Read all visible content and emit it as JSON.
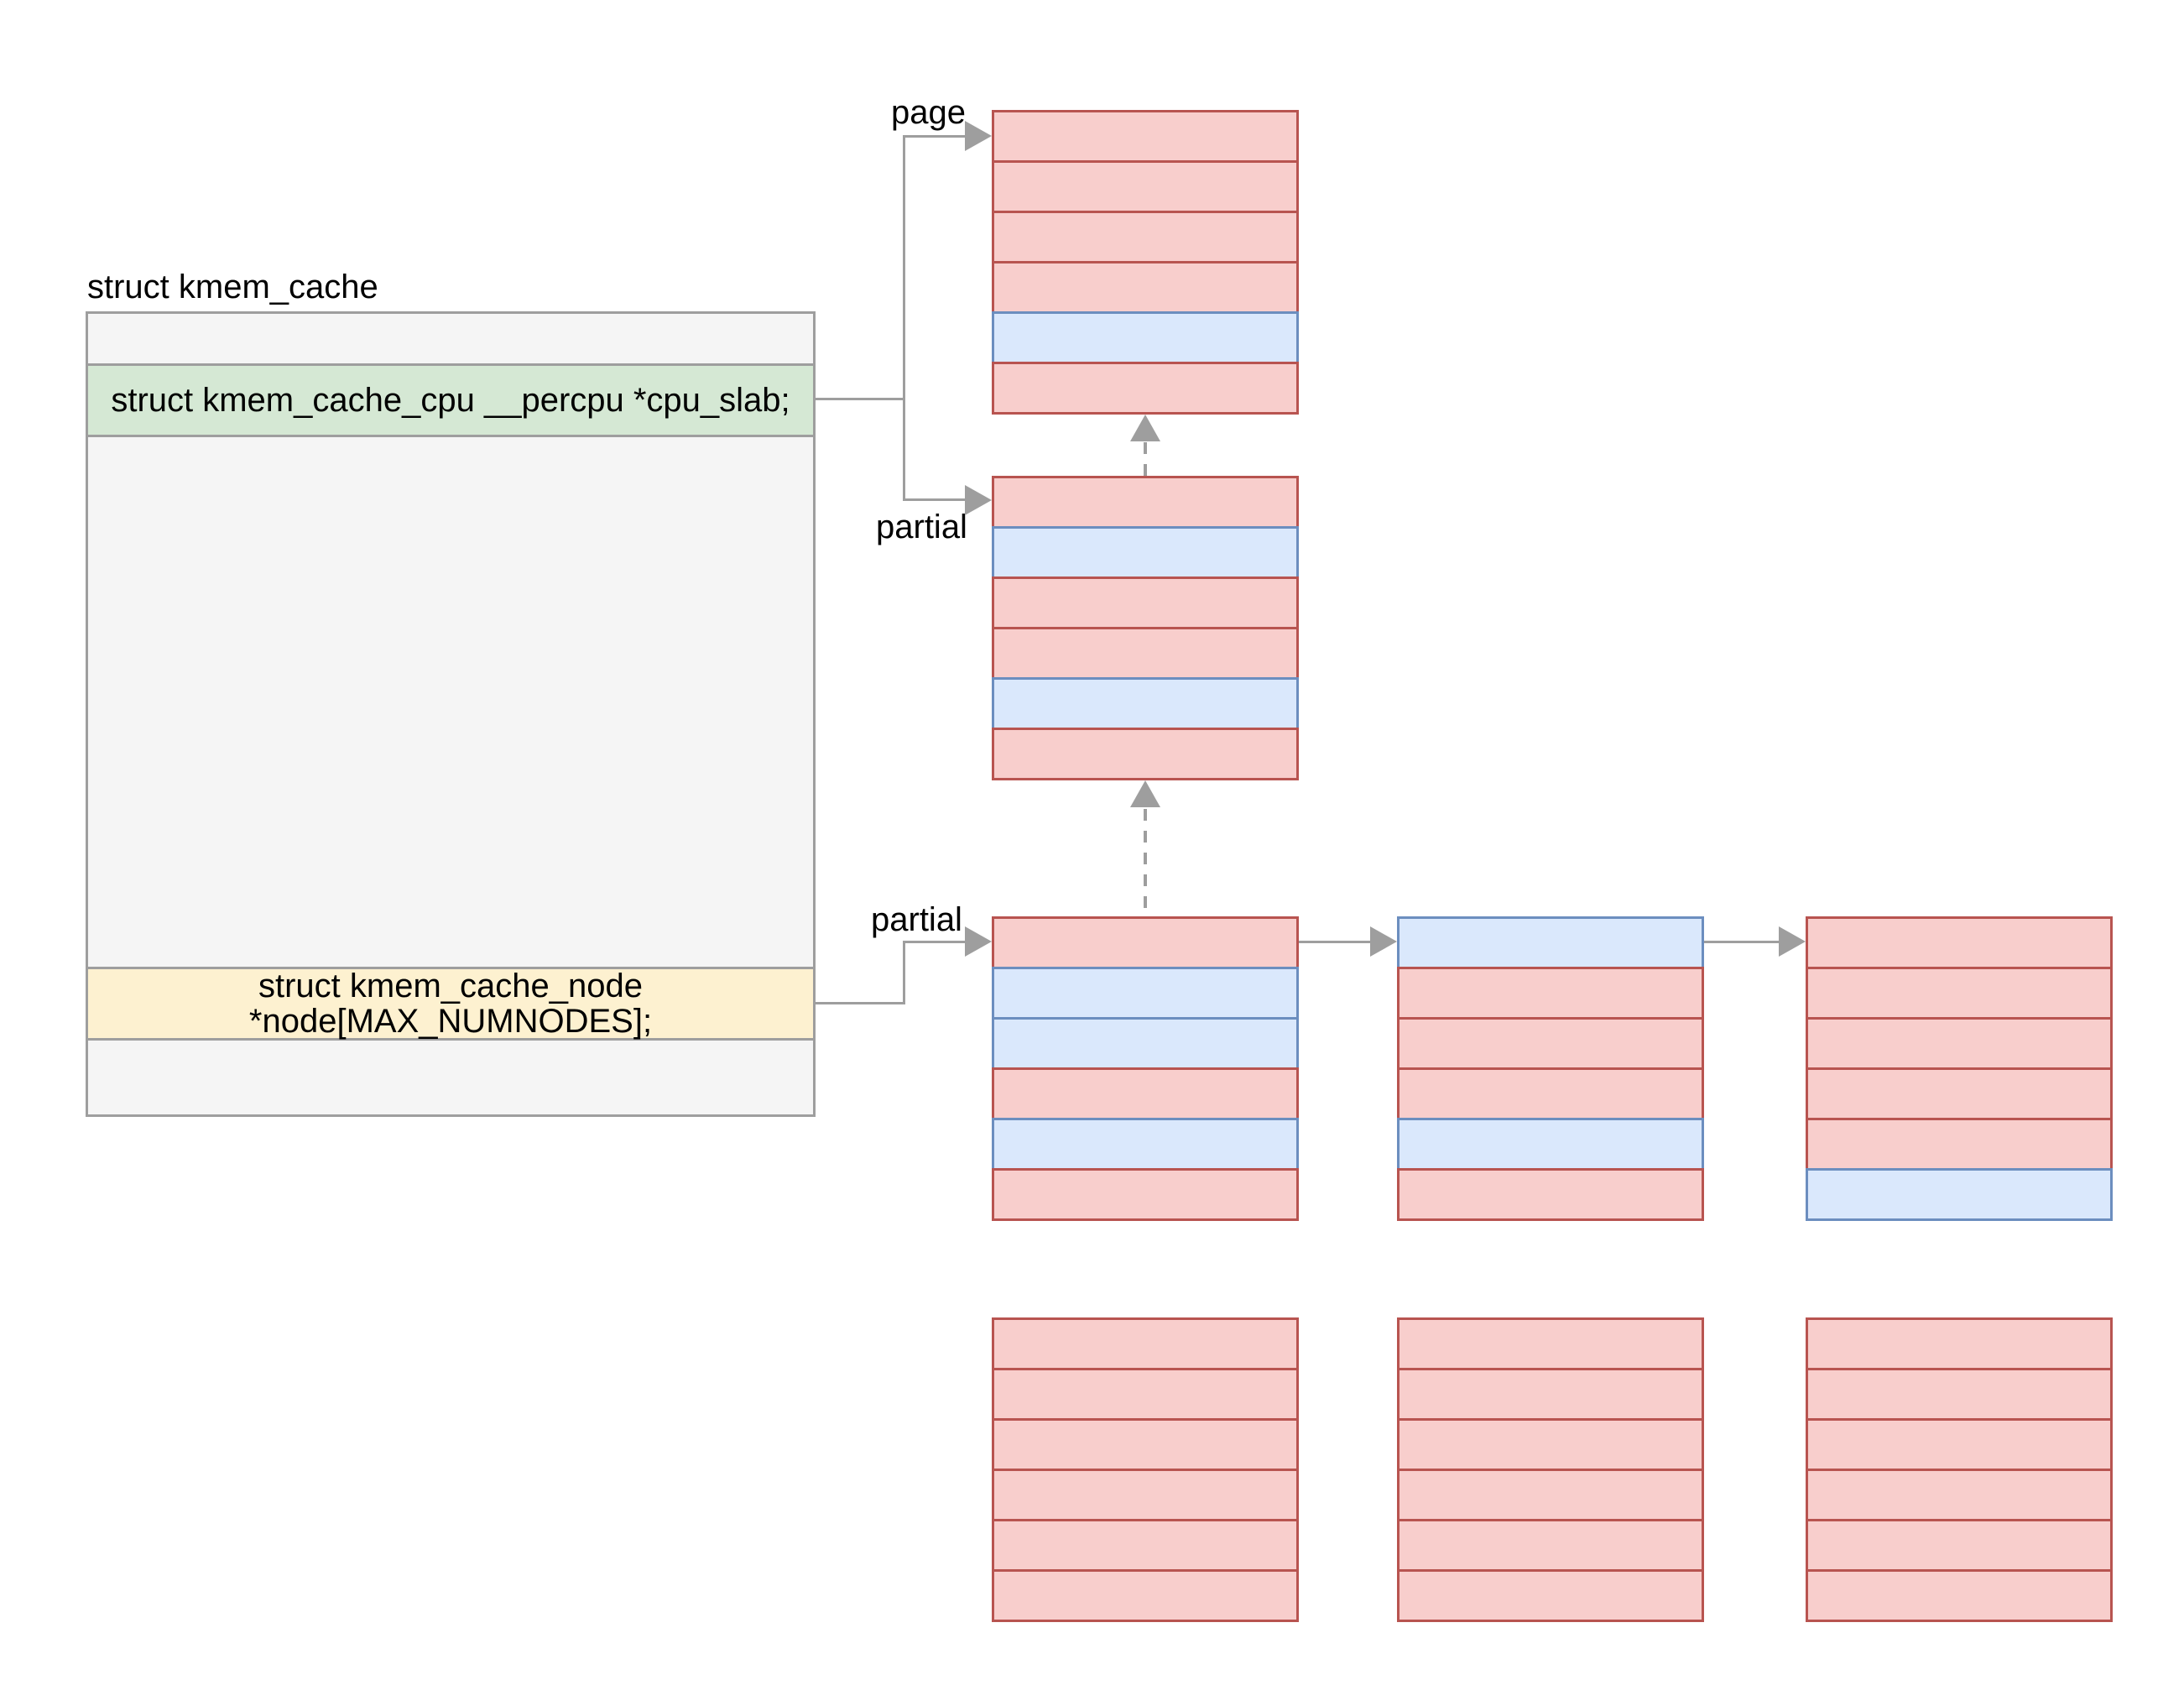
{
  "diagram": {
    "title": "struct kmem_cache",
    "fields": {
      "cpu_slab": "struct kmem_cache_cpu __percpu *cpu_slab;",
      "node_line1": "struct kmem_cache_node",
      "node_line2": "*node[MAX_NUMNODES];"
    },
    "labels": {
      "page": "page",
      "partial_top": "partial",
      "partial_bottom": "partial"
    },
    "stacks": {
      "page_slab": {
        "rows": [
          "red",
          "red",
          "red",
          "red",
          "blue",
          "red"
        ]
      },
      "cpu_partial": {
        "rows": [
          "red",
          "blue",
          "red",
          "red",
          "blue",
          "red"
        ]
      },
      "node_partial_a": {
        "rows": [
          "red",
          "blue",
          "blue",
          "red",
          "blue",
          "red"
        ]
      },
      "node_partial_b": {
        "rows": [
          "blue",
          "red",
          "red",
          "red",
          "blue",
          "red"
        ]
      },
      "node_partial_c": {
        "rows": [
          "red",
          "red",
          "red",
          "red",
          "red",
          "blue"
        ]
      },
      "free_slab_a": {
        "rows": [
          "red",
          "red",
          "red",
          "red",
          "red",
          "red"
        ]
      },
      "free_slab_b": {
        "rows": [
          "red",
          "red",
          "red",
          "red",
          "red",
          "red"
        ]
      },
      "free_slab_c": {
        "rows": [
          "red",
          "red",
          "red",
          "red",
          "red",
          "red"
        ]
      }
    }
  },
  "colors": {
    "red_fill": "#f8cecc",
    "red_stroke": "#b85450",
    "blue_fill": "#dae8fc",
    "blue_stroke": "#6c8ebf",
    "green_fill": "#d5e8d4",
    "yellow_fill": "#fdf1d0",
    "box_fill": "#f5f5f5",
    "box_stroke": "#9e9e9e",
    "connector": "#9e9e9e",
    "text": "#000000"
  }
}
